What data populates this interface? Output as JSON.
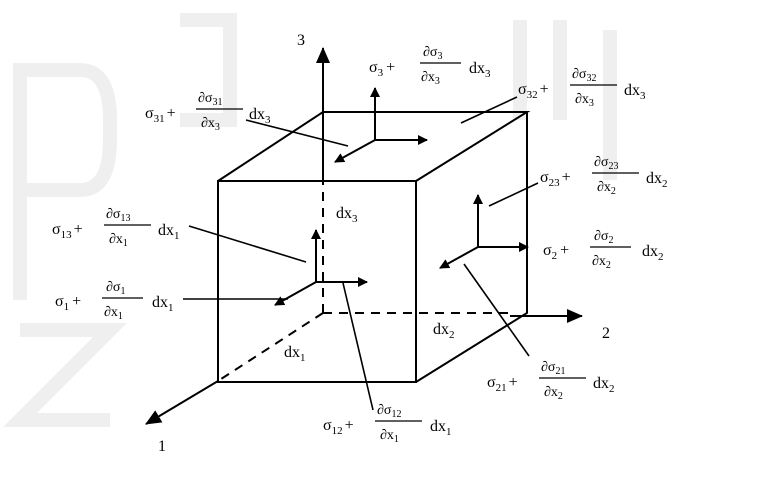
{
  "axes": {
    "x1": "1",
    "x2": "2",
    "x3": "3"
  },
  "dimensions": {
    "dx1": "dx",
    "dx1_sub": "1",
    "dx2": "dx",
    "dx2_sub": "2",
    "dx3": "dx",
    "dx3_sub": "3"
  },
  "labels": {
    "sigma": "σ",
    "partial": "∂",
    "plus": "+",
    "dx": "dx",
    "x": "x",
    "sub_1": "1",
    "sub_2": "2",
    "sub_3": "3",
    "sub_12": "12",
    "sub_13": "13",
    "sub_21": "21",
    "sub_23": "23",
    "sub_31": "31",
    "sub_32": "32"
  }
}
